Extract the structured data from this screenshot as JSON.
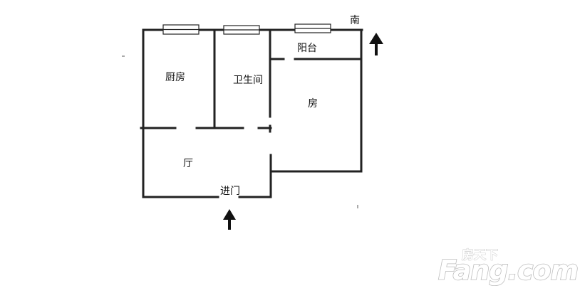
{
  "floorplan": {
    "rooms": {
      "kitchen": "厨房",
      "bathroom": "卫生间",
      "balcony": "阳台",
      "bedroom": "房",
      "living_room": "厅"
    },
    "entrance_label": "进门",
    "direction_label": "南"
  },
  "watermark": {
    "chinese": "房天下",
    "latin": "Fang.com"
  },
  "colors": {
    "wall": "#222222",
    "window_fill": "#ffffff",
    "watermark_fill": "#ffffff",
    "watermark_stroke": "#bdbdbd"
  },
  "icons": [
    "north-arrow-icon",
    "entrance-arrow-icon"
  ]
}
